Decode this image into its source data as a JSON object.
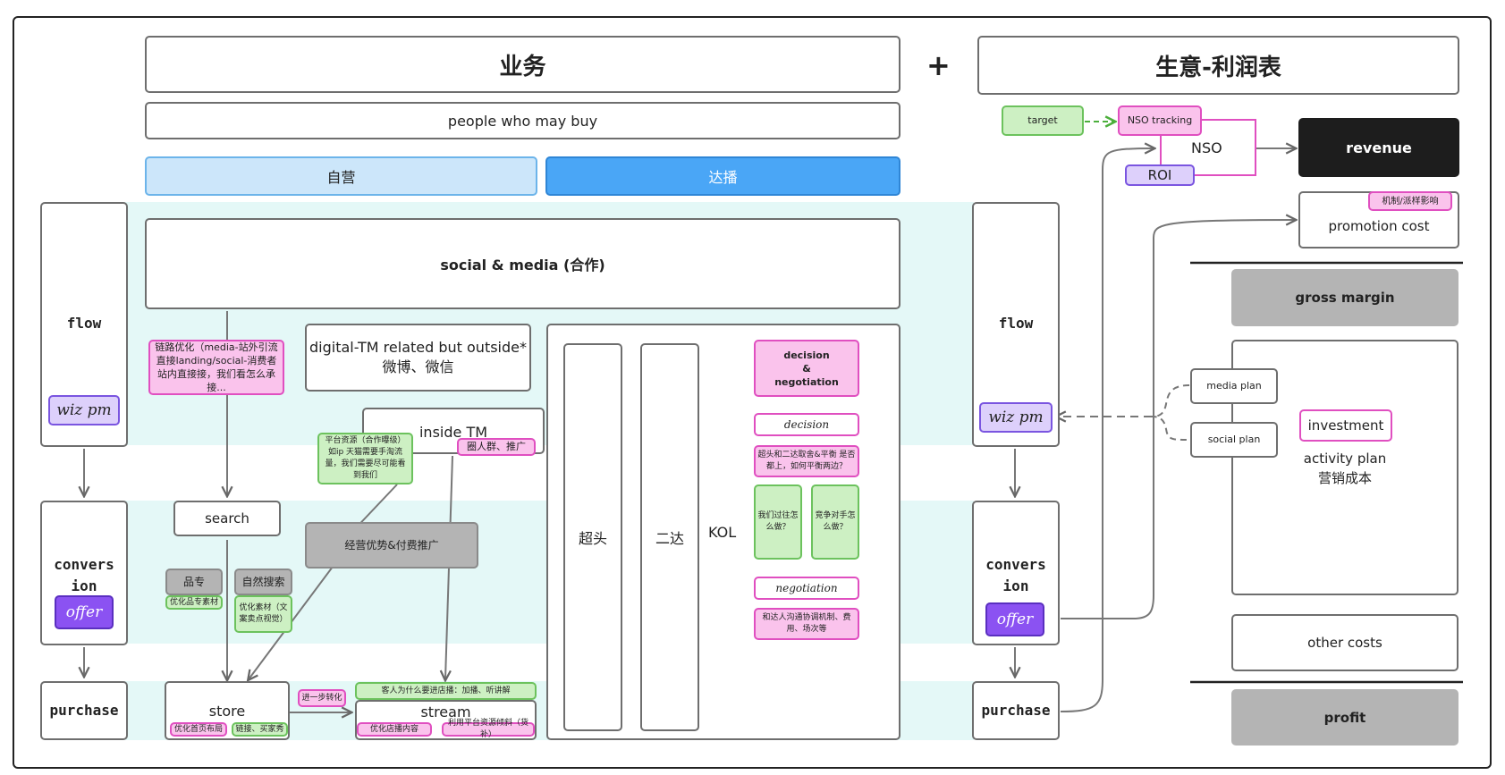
{
  "header": {
    "business": "业务",
    "plus": "+",
    "pnl": "生意-利润表",
    "people": "people who may buy"
  },
  "channels": {
    "self": "自营",
    "live": "达播"
  },
  "left_stages": {
    "flow": "flow",
    "conversion": "convers\nion",
    "purchase": "purchase",
    "wizpm": "wiz pm",
    "offer": "offer"
  },
  "right_stages": {
    "flow": "flow",
    "conversion": "convers\nion",
    "purchase": "purchase",
    "wizpm": "wiz pm",
    "offer": "offer"
  },
  "social": {
    "title": "social & media (合作)"
  },
  "link_note": "链路优化（media-站外引流直接landing/social-消费者站内直接接，我们看怎么承接...",
  "digital": {
    "line1": "digital-TM related but outside*",
    "line2": "微博、微信"
  },
  "inside_tm": {
    "title": "inside TM",
    "tag": "圈人群、推广"
  },
  "platform_note": "平台资源（合作曝级）如ip 天猫需要手淘流量，我们需要尽可能看到我们",
  "search": "search",
  "ops": "经营优势&付费推广",
  "pinzhuan": {
    "title": "品专",
    "note": "优化品专素材"
  },
  "ziran": {
    "title": "自然搜索",
    "note": "优化素材（文案卖点视觉）"
  },
  "store": {
    "title": "store",
    "tag1": "优化首页布局",
    "tag2": "链接、买家秀"
  },
  "further": "进一步转化",
  "stream": {
    "title": "stream",
    "top": "客人为什么要进店播：加播、听讲解",
    "tag1": "优化店播内容",
    "tag2": "利用平台资源倾斜（货补）"
  },
  "kol": {
    "chaotou": "超头",
    "erda": "二达",
    "kol": "KOL"
  },
  "decision": {
    "title": "decision\n&\nnegotiation",
    "label1": "decision",
    "note1": "超头和二达取舍&平衡 是否都上，如何平衡两边？",
    "q1": "我们过往怎么做？",
    "q2": "竞争对手怎么做？",
    "label2": "negotiation",
    "note2": "和达人沟通协调机制、费用、场次等"
  },
  "pnl": {
    "target": "target",
    "nso_tracking": "NSO tracking",
    "nso": "NSO",
    "roi": "ROI",
    "revenue": "revenue",
    "mechanism": "机制/派样影响",
    "promotion_cost": "promotion cost",
    "gross_margin": "gross margin",
    "media_plan": "media plan",
    "social_plan": "social plan",
    "investment": "investment",
    "activity_plan": "activity plan",
    "marketing_cost": "营销成本",
    "other_costs": "other costs",
    "profit": "profit"
  }
}
